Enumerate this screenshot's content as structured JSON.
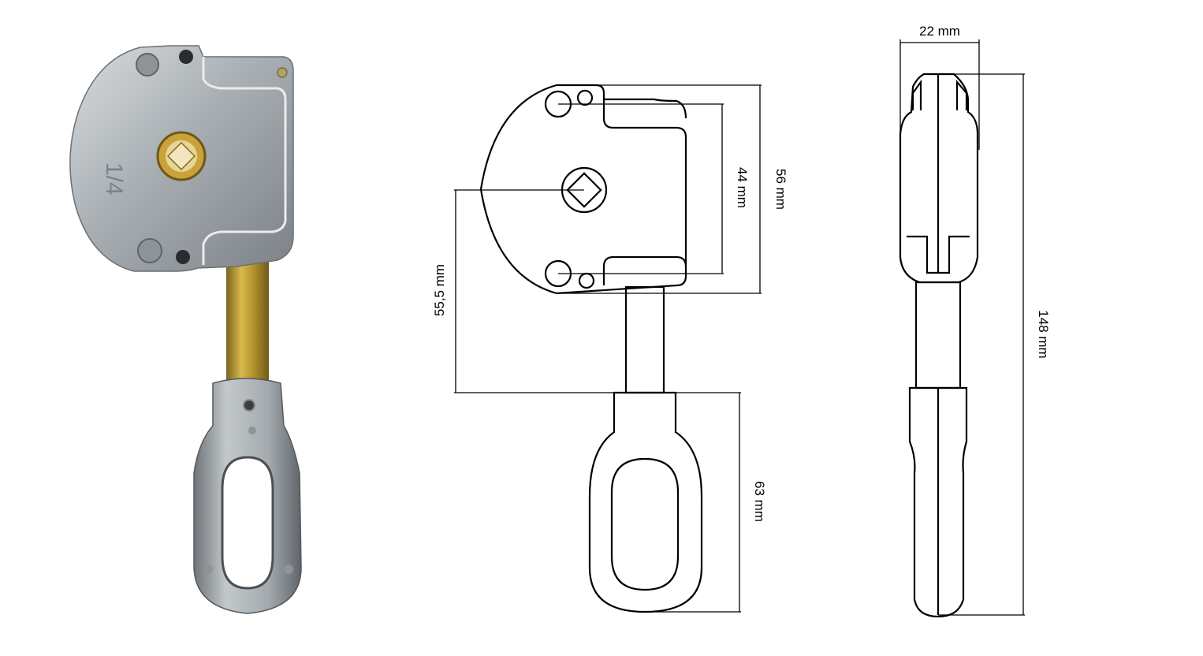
{
  "photo": {
    "engraving": "1/4"
  },
  "dimensions": {
    "width_top": "22 mm",
    "height_total": "148 mm",
    "hole_spacing": "44 mm",
    "housing_height": "56 mm",
    "axis_to_eye": "55,5 mm",
    "eye_length": "63 mm"
  },
  "colors": {
    "line": "#000000",
    "metal_light": "#c9cdd0",
    "metal_mid": "#9aa0a4",
    "metal_dark": "#5d6266",
    "brass": "#c7a33a",
    "brass_dark": "#8a6d1c"
  }
}
